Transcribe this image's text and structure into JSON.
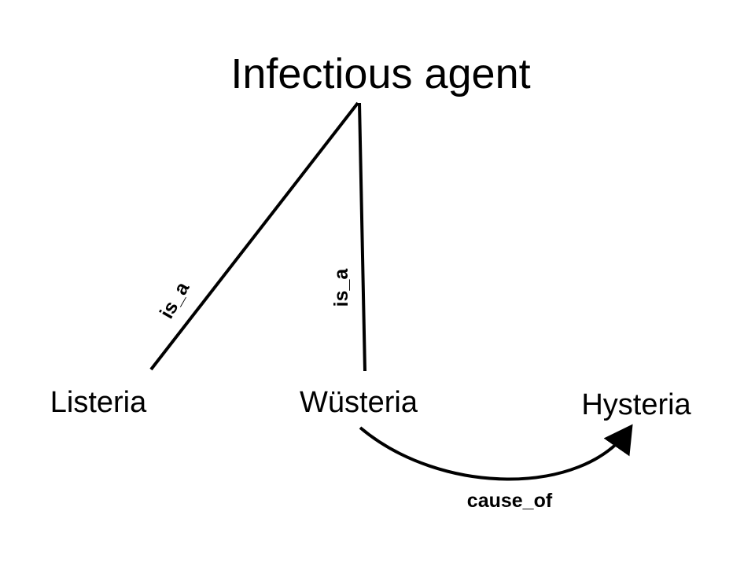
{
  "nodes": {
    "root": "Infectious agent",
    "listeria": "Listeria",
    "wusteria": "Wüsteria",
    "hysteria": "Hysteria"
  },
  "edges": {
    "listeria_is_a": "is_a",
    "wusteria_is_a": "is_a",
    "cause_of": "cause_of"
  }
}
